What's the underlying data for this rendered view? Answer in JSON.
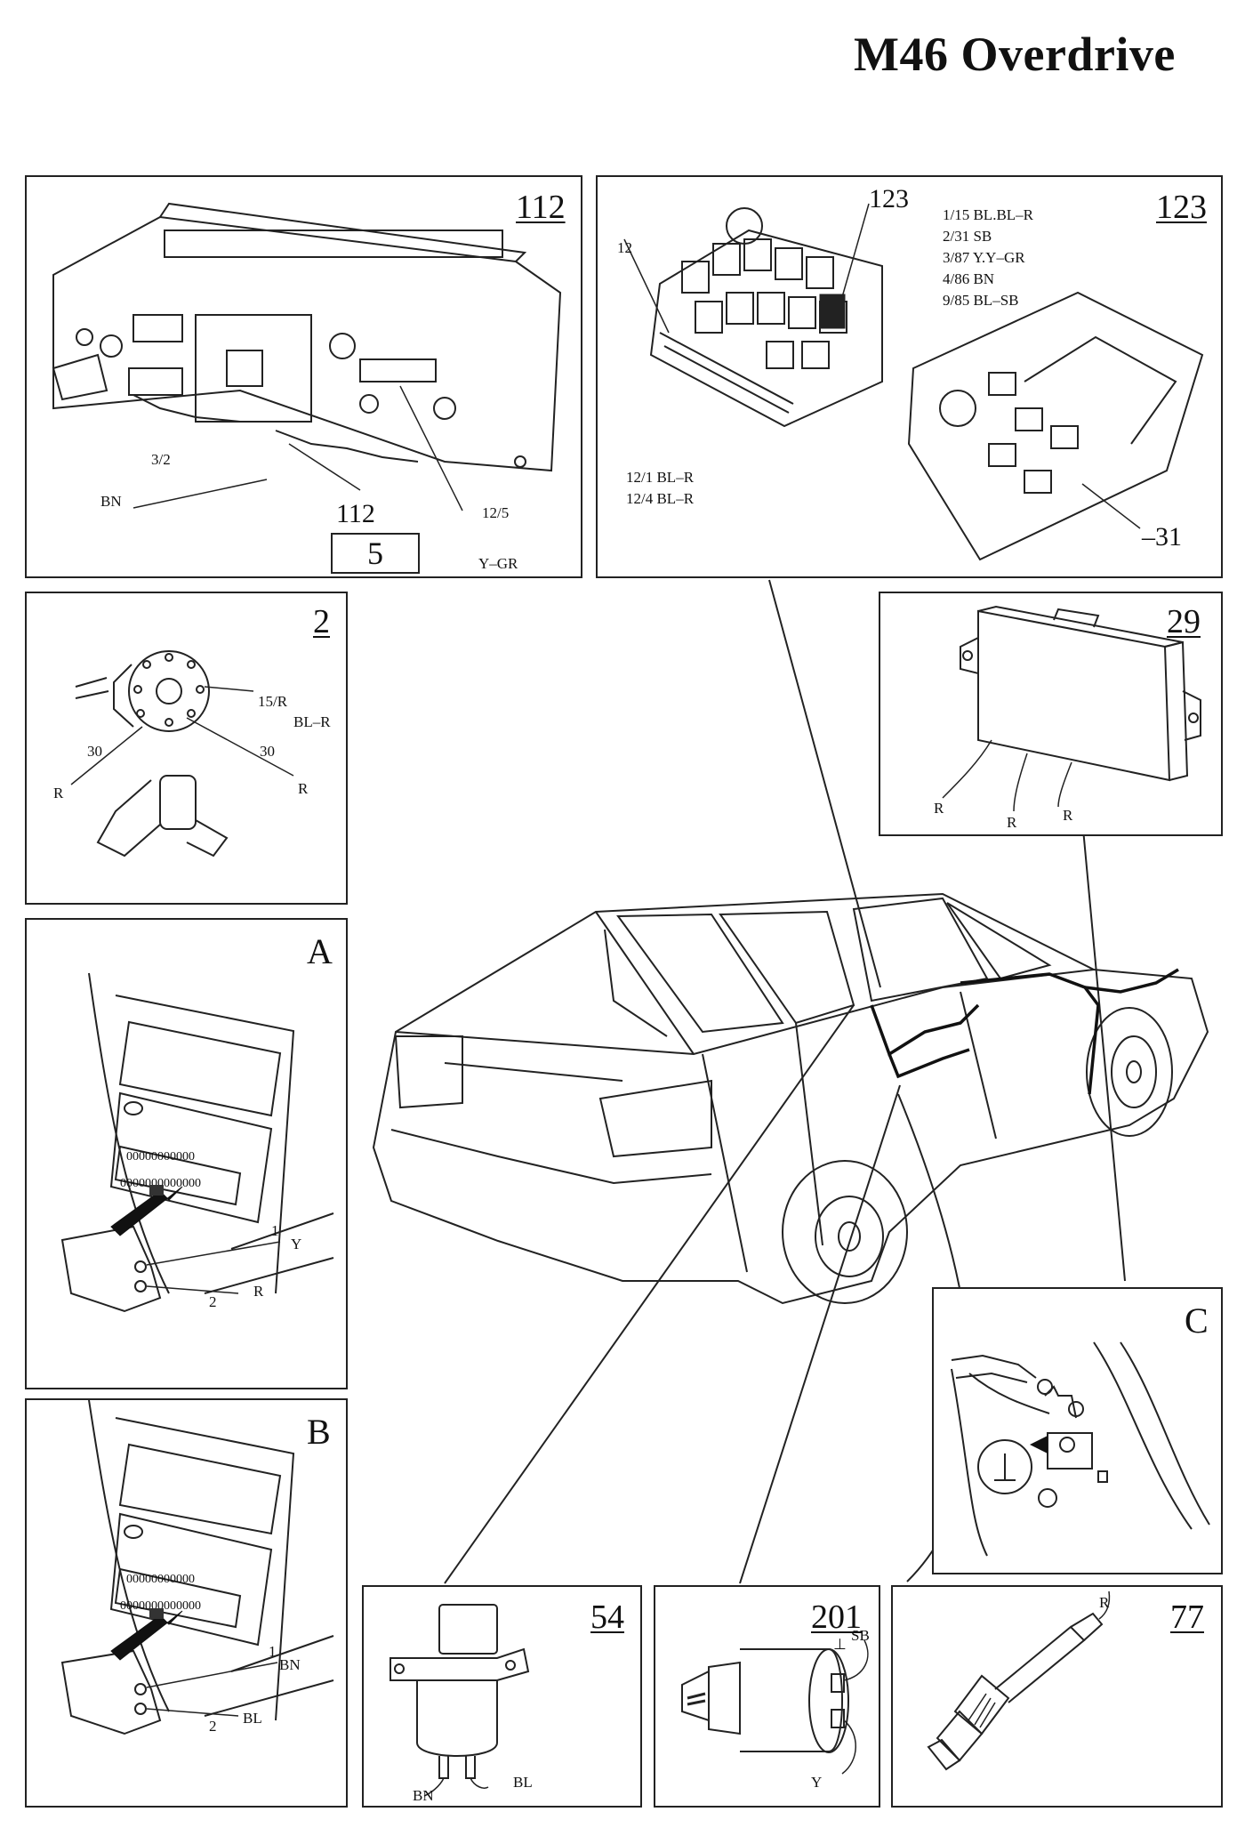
{
  "title": "M46 Overdrive",
  "panel_112": {
    "number": "112",
    "label_3_2": "3/2",
    "label_bn": "BN",
    "label_112": "112",
    "label_5": "5",
    "label_12_5": "12/5",
    "label_ygr": "Y–GR"
  },
  "panel_123": {
    "number": "123",
    "label_123": "123",
    "label_12": "12",
    "pins": [
      "1/15 BL.BL–R",
      "2/31 SB",
      "3/87 Y.Y–GR",
      "4/86 BN",
      "9/85 BL–SB"
    ],
    "label_12_1": "12/1 BL–R",
    "label_12_4": "12/4 BL–R",
    "label_31": "–31"
  },
  "panel_2": {
    "number": "2",
    "label_15r": "15/R",
    "label_blr": "BL–R",
    "label_30a": "30",
    "label_30b": "30",
    "label_ra": "R",
    "label_rb": "R"
  },
  "panel_29": {
    "number": "29",
    "label_r1": "R",
    "label_r2": "R",
    "label_r3": "R"
  },
  "panel_a": {
    "letter": "A",
    "label_1": "1",
    "label_y": "Y",
    "label_2": "2",
    "label_r": "R"
  },
  "panel_b": {
    "letter": "B",
    "label_1": "1",
    "label_bn": "BN",
    "label_2": "2",
    "label_bl": "BL"
  },
  "panel_c": {
    "letter": "C"
  },
  "panel_54": {
    "number": "54",
    "label_bn": "BN",
    "label_bl": "BL"
  },
  "panel_201": {
    "number": "201",
    "label_sb": "SB",
    "label_ground": "⊥",
    "label_y": "Y"
  },
  "panel_77": {
    "number": "77",
    "label_r": "R"
  }
}
